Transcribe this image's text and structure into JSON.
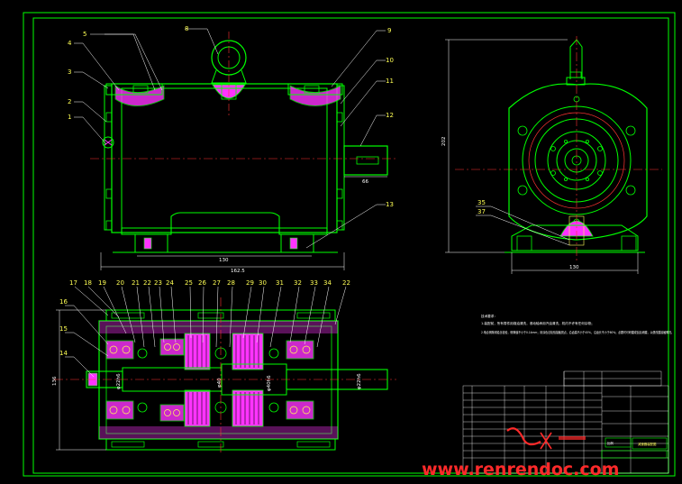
{
  "colors": {
    "background": "#000000",
    "outline": "#00ff00",
    "centerline": "#ff3333",
    "leader": "#ffffff",
    "balloon": "#ffff55",
    "hatch": "#ff33ff",
    "section": "#00ffff",
    "watermark": "#ff2a2a"
  },
  "front_view": {
    "callouts": [
      "1",
      "2",
      "3",
      "4",
      "5",
      "8",
      "9",
      "10",
      "11",
      "12",
      "13"
    ],
    "dim_shaft_ext": "66",
    "dim_base_inner": "130",
    "dim_overall": "162.5"
  },
  "side_view": {
    "callouts": [
      "35",
      "37"
    ],
    "dim_height": "202",
    "dim_base_width": "130"
  },
  "section_view": {
    "callouts_top": [
      "17",
      "18",
      "19",
      "20",
      "21",
      "22",
      "23",
      "24",
      "25",
      "26",
      "27",
      "28",
      "29",
      "30",
      "31",
      "32",
      "33",
      "34",
      "22"
    ],
    "callouts_left": [
      "16",
      "15",
      "14"
    ],
    "dim_height": "136",
    "shaft_labels": [
      "φ22h6",
      "φ40",
      "φ40h6",
      "φ22h6"
    ]
  },
  "notes": {
    "heading": "技术要求：",
    "lines": [
      "1.装配前，所有零件用煤油清洗，滚动轴承用汽油清洗，机内不许有任何杂物；",
      "2.啮合侧隙用铅丝检验，侧隙值不小于0.14mm；用涂色法检验接触斑点，沿齿高不小于45%，沿齿长不小于60%；必要时可研磨或刮后研磨，以便改善接触情况。"
    ]
  },
  "title_block": {
    "drawing_title": "减速器装配图",
    "company": "",
    "scale_label": "比例"
  },
  "watermark": "www.renrendoc.com"
}
